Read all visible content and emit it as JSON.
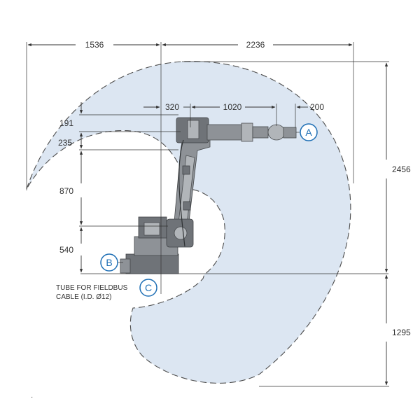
{
  "colors": {
    "workspace_fill": "#dce6f2",
    "workspace_stroke": "#4d4d4d",
    "dimension_line": "#333333",
    "callout": "#1e6fb5"
  },
  "dimensions": {
    "left_reach": "1536",
    "right_reach": "2236",
    "offset_320": "320",
    "arm_1020": "1020",
    "wrist_200": "200",
    "height_191": "191",
    "height_235": "235",
    "height_870": "870",
    "height_540": "540",
    "total_height": "2456",
    "below_base": "1295"
  },
  "callouts": {
    "a": "A",
    "b": "B",
    "c": "C"
  },
  "notes": {
    "tube_line1": "TUBE FOR FIELDBUS",
    "tube_line2": "CABLE (I.D. Ø12)"
  },
  "footer": {
    "mark": "·"
  }
}
